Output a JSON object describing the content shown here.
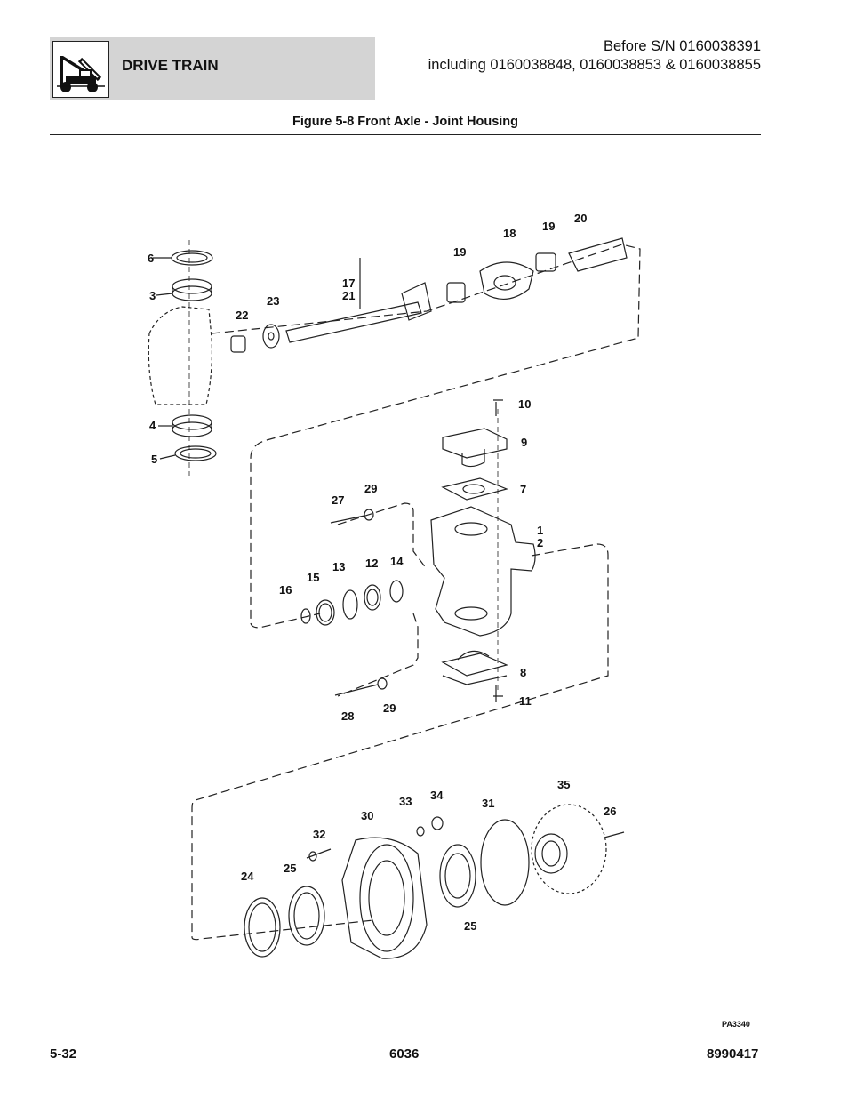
{
  "header": {
    "section": "DRIVE TRAIN",
    "serial_line1": "Before S/N 0160038391",
    "serial_line2": "including 0160038848, 0160038853 & 0160038855"
  },
  "figure": {
    "title": "Figure 5-8 Front Axle - Joint Housing",
    "ref_code": "PA3340",
    "callouts": [
      "6",
      "3",
      "22",
      "23",
      "17",
      "21",
      "19",
      "18",
      "19",
      "20",
      "4",
      "5",
      "10",
      "9",
      "7",
      "27",
      "29",
      "1",
      "2",
      "16",
      "15",
      "13",
      "12",
      "14",
      "8",
      "28",
      "29",
      "11",
      "30",
      "33",
      "34",
      "31",
      "35",
      "26",
      "32",
      "24",
      "25",
      "25"
    ]
  },
  "footer": {
    "page": "5-32",
    "model": "6036",
    "doc_number": "8990417"
  },
  "icons": {
    "section_icon": "telehandler-machine-icon"
  }
}
